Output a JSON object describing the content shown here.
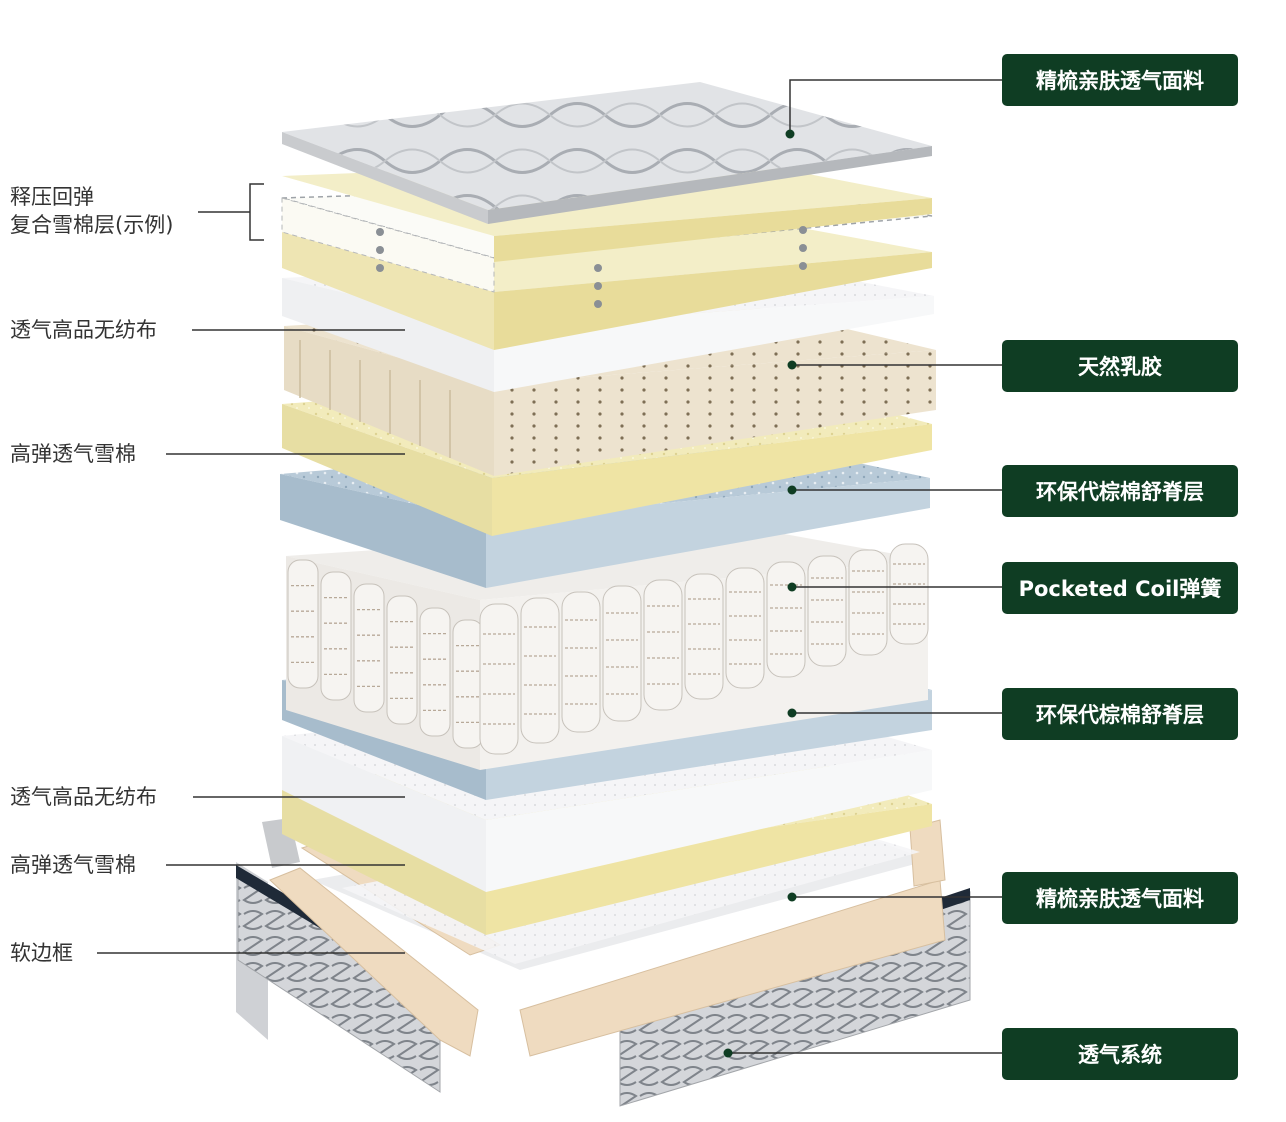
{
  "colors": {
    "badge_bg": "#0f3d23",
    "leader_line": "#333333",
    "fabric_top": "#d9dbde",
    "foam_yellow": "#f1ebbd",
    "white_layer": "#f3f4f6",
    "latex": "#ede3cf",
    "palm_blue": "#b9cbd8",
    "coil": "#f2f0ee",
    "frame_wood": "#efdbc0"
  },
  "left_labels": [
    {
      "lines": [
        "释压回弹",
        "复合雪棉层(示例)"
      ]
    },
    {
      "lines": [
        "透气高品无纺布"
      ]
    },
    {
      "lines": [
        "高弹透气雪棉"
      ]
    },
    {
      "lines": [
        "透气高品无纺布"
      ]
    },
    {
      "lines": [
        "高弹透气雪棉"
      ]
    },
    {
      "lines": [
        "软边框"
      ]
    }
  ],
  "right_labels": [
    {
      "text": "精梳亲肤透气面料"
    },
    {
      "text": "天然乳胶"
    },
    {
      "text": "环保代棕棉舒脊层"
    },
    {
      "text": "Pocketed Coil弹簧"
    },
    {
      "text": "环保代棕棉舒脊层"
    },
    {
      "text": "精梳亲肤透气面料"
    },
    {
      "text": "透气系统"
    }
  ]
}
